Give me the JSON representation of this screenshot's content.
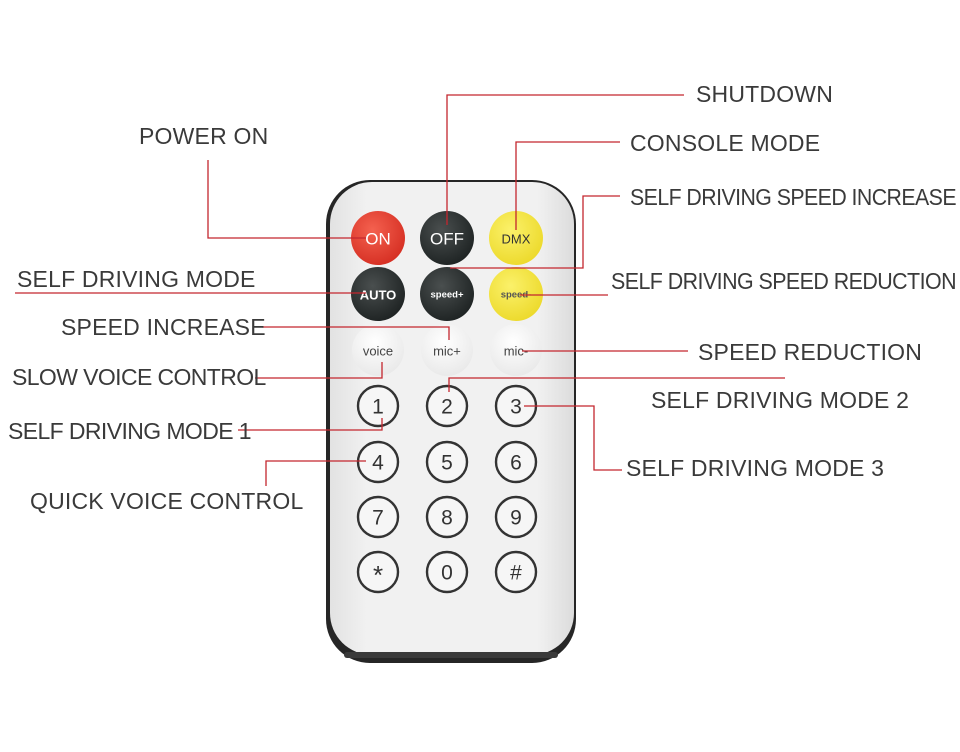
{
  "remote": {
    "row1": [
      {
        "label": "ON",
        "color": "#e03a2c",
        "text_color": "#ffffff"
      },
      {
        "label": "OFF",
        "color": "#2b2e2e",
        "text_color": "#ffffff"
      },
      {
        "label": "DMX",
        "color": "#f2e238",
        "text_color": "#333333"
      }
    ],
    "row2": [
      {
        "label": "AUTO",
        "color": "#263030",
        "text_color": "#ffffff"
      },
      {
        "label": "speed+",
        "color": "#263030",
        "text_color": "#ffffff"
      },
      {
        "label": "speed-",
        "color": "#f2e238",
        "text_color": "#555555"
      }
    ],
    "row3": [
      {
        "label": "voice"
      },
      {
        "label": "mic+"
      },
      {
        "label": "mic-"
      }
    ],
    "keypad": [
      "1",
      "2",
      "3",
      "4",
      "5",
      "6",
      "7",
      "8",
      "9",
      "*",
      "0",
      "#"
    ]
  },
  "callouts": {
    "shutdown": "SHUTDOWN",
    "power_on": "POWER ON",
    "console_mode": "CONSOLE MODE",
    "self_driving_speed_increase": "SELF DRIVING SPEED INCREASE",
    "self_driving_mode": "SELF DRIVING MODE",
    "self_driving_speed_reduction": "SELF DRIVING SPEED REDUCTION",
    "speed_increase": "SPEED INCREASE",
    "speed_reduction": "SPEED REDUCTION",
    "slow_voice_control": "SLOW VOICE CONTROL",
    "self_driving_mode_2": "SELF DRIVING MODE 2",
    "self_driving_mode_1": "SELF DRIVING MODE 1",
    "self_driving_mode_3": "SELF DRIVING MODE 3",
    "quick_voice_control": "QUICK VOICE CONTROL"
  },
  "colors": {
    "leader_line": "#c4262e",
    "remote_body": "#ececec",
    "remote_shell": "#2a2a2a",
    "label_text": "#3a3a3a"
  }
}
